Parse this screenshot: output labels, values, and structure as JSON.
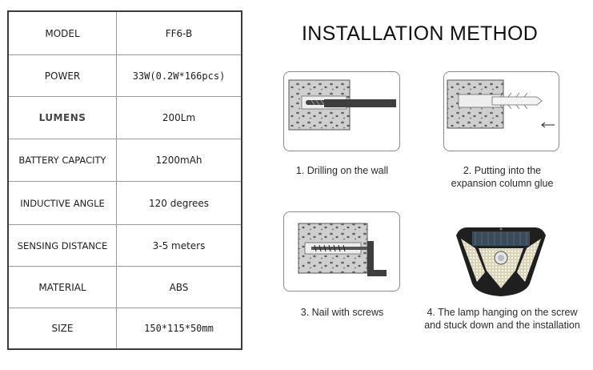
{
  "specs": [
    {
      "label": "MODEL",
      "value": "FF6-B"
    },
    {
      "label": "POWER",
      "value": "33W(0.2W*166pcs)"
    },
    {
      "label": "LUMENS",
      "value": "200Lm"
    },
    {
      "label": "BATTERY CAPACITY",
      "value": "1200mAh"
    },
    {
      "label": "INDUCTIVE ANGLE",
      "value": "120 degrees"
    },
    {
      "label": "SENSING DISTANCE",
      "value": "3-5 meters"
    },
    {
      "label": "MATERIAL",
      "value": "ABS"
    },
    {
      "label": "SIZE",
      "value": "150*115*50mm"
    }
  ],
  "installation": {
    "title": "INSTALLATION METHOD",
    "steps": [
      {
        "caption_line1": "1. Drilling on the wall",
        "caption_line2": ""
      },
      {
        "caption_line1": "2. Putting into the",
        "caption_line2": "expansion column glue"
      },
      {
        "caption_line1": "3. Nail with screws",
        "caption_line2": ""
      },
      {
        "caption_line1": "4. The lamp hanging on the screw",
        "caption_line2": "and stuck down and the installation"
      }
    ]
  }
}
